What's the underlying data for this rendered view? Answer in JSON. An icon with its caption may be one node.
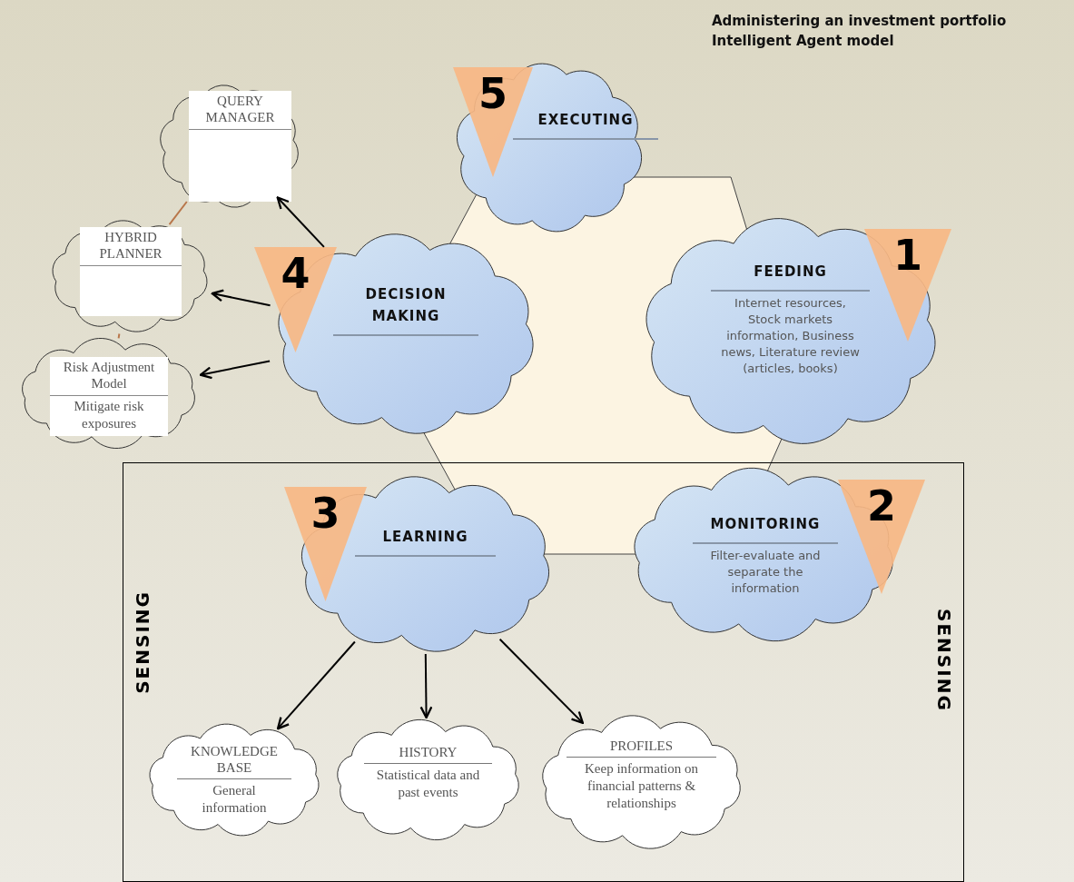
{
  "diagram": {
    "title": "Administering an investment portfolio",
    "nodes": [
      {
        "text": [
          "EXECUTING"
        ]
      },
      {
        "text": [
          "5"
        ],
        "in": 0
      },
      {
        "text": [
          "FEEDING",
          "Internet resources, Stock markets information, Business news, Literature review (articles, books)"
        ]
      },
      {
        "text": [
          "1"
        ]
      },
      {
        "text": [
          "DECISION MAKING"
        ]
      },
      {
        "text": [
          "4"
        ]
      },
      {
        "text": [
          "QUERY MANAGER"
        ]
      },
      {
        "text": [
          "HYBRID PLANNER"
        ]
      },
      {
        "text": [
          "Risk Adjustment Model",
          "Mitigate risk exposures"
        ]
      },
      {
        "text": [
          "SENSING",
          "SENSING"
        ]
      },
      {
        "text": [
          "LEARNING"
        ],
        "in": 9
      },
      {
        "text": [
          "3"
        ],
        "in": 9
      },
      {
        "text": [
          "MONITORING",
          "Filter-evaluate and separate the information"
        ],
        "in": 9
      },
      {
        "text": [
          "2"
        ],
        "in": 9
      },
      {
        "text": [
          "KNOWLEDGE BASE",
          "General information"
        ],
        "in": 9
      },
      {
        "text": [
          "HISTORY",
          "Statistical data and past events"
        ],
        "in": 9
      },
      {
        "text": [
          "PROFILES",
          "Keep information on financial patterns & relationships"
        ],
        "in": 9
      }
    ],
    "edges": [
      {
        "from": 4,
        "to": 6,
        "arrow": "to"
      },
      {
        "from": 4,
        "to": 7,
        "arrow": "to"
      },
      {
        "from": 4,
        "to": 8,
        "arrow": "to"
      },
      {
        "from": 6,
        "to": 7,
        "arrow": "none",
        "color": "#b8764a"
      },
      {
        "from": 7,
        "to": 8,
        "arrow": "none",
        "color": "#b8764a"
      },
      {
        "from": 10,
        "to": 14,
        "arrow": "to"
      },
      {
        "from": 10,
        "to": 15,
        "arrow": "to"
      },
      {
        "from": 10,
        "to": 16,
        "arrow": "to"
      }
    ],
    "labels": [
      "Intelligent Agent model"
    ]
  }
}
